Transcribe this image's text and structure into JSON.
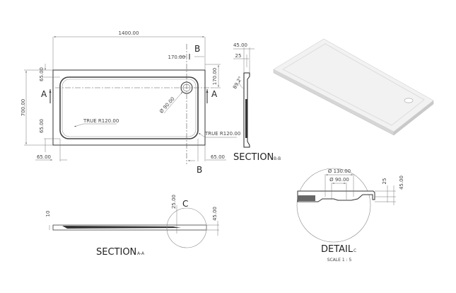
{
  "plan_view": {
    "overall_length": "1400.00",
    "overall_width": "700.00",
    "rim_top": "65.00",
    "rim_bottom": "65.00",
    "rim_left": "65.00",
    "rim_right": "65.00",
    "drain_offset_x": "170.00",
    "drain_offset_y": "170.00",
    "drain_diameter": "Ø 90.00",
    "inner_radius_left": "TRUE R120.00",
    "inner_radius_right": "TRUE R120.00",
    "section_a_marker": "A",
    "section_b_marker": "B"
  },
  "section_bb": {
    "title": "SECTION",
    "title_suffix": "B-B",
    "total_thickness": "45.00",
    "rim_depth": "25",
    "angle": "89.2°"
  },
  "section_aa": {
    "title": "SECTION",
    "title_suffix": "A-A",
    "edge_height": "10",
    "drain_depth": "25.00",
    "total_height": "45.00",
    "detail_marker": "C"
  },
  "detail_c": {
    "title": "DETAIL",
    "title_suffix": "C",
    "scale": "SCALE 1 : 5",
    "outer_diameter": "Ø 130.00",
    "inner_diameter": "Ø 90.00",
    "depth_small": "25",
    "depth_total": "45.00"
  },
  "isometric_view": {
    "label": "3D shower tray render",
    "colors": {
      "top": "#f2f2f2",
      "side": "#d4d4d4",
      "front": "#e2e2e2"
    }
  }
}
